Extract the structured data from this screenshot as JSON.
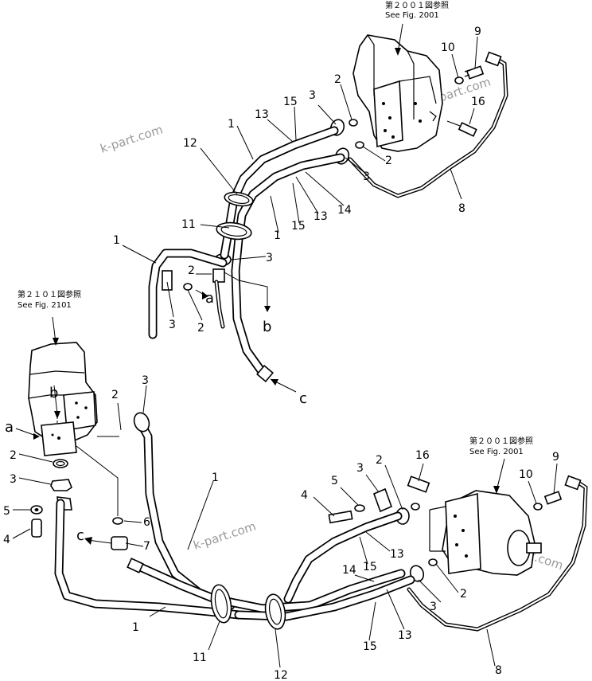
{
  "watermark": "k-part.com",
  "refs": {
    "fig2001_jp": "第２００１図参照",
    "fig2001_en": "See Fig. 2001",
    "fig2101_jp": "第２１０１図参照",
    "fig2101_en": "See Fig. 2101"
  },
  "letters": {
    "a": "a",
    "b": "b",
    "c": "c"
  },
  "nums": {
    "n1": "1",
    "n2": "2",
    "n3": "3",
    "n4": "4",
    "n5": "5",
    "n6": "6",
    "n7": "7",
    "n8": "8",
    "n9": "9",
    "n10": "10",
    "n11": "11",
    "n12": "12",
    "n13": "13",
    "n14": "14",
    "n15": "15",
    "n16": "16"
  }
}
